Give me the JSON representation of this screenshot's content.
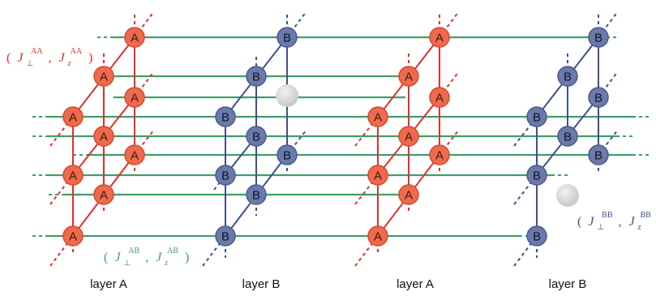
{
  "colors": {
    "layer_a_fill": "#ef6a4c",
    "layer_a_line": "#e0302a",
    "layer_b_fill": "#6c7aaa",
    "layer_b_line": "#3f5089",
    "interlayer_line": "#3f9e6a",
    "impurity": "#c8c8c8"
  },
  "nodes": {
    "a_label": "A",
    "b_label": "B"
  },
  "captions": {
    "layer_a": "layer A",
    "layer_b": "layer B"
  },
  "couplings": {
    "aa": {
      "open": "(",
      "j": "J",
      "perp_sub": "⊥",
      "z_sub": "z",
      "sup": "AA",
      "comma": ",",
      "close": ")"
    },
    "ab": {
      "open": "(",
      "j": "J",
      "perp_sub": "⊥",
      "z_sub": "z",
      "sup": "AB",
      "comma": ",",
      "close": ")"
    },
    "bb": {
      "open": "(",
      "j": "J",
      "perp_sub": "⊥",
      "z_sub": "z",
      "sup": "BB",
      "comma": ","
    }
  }
}
